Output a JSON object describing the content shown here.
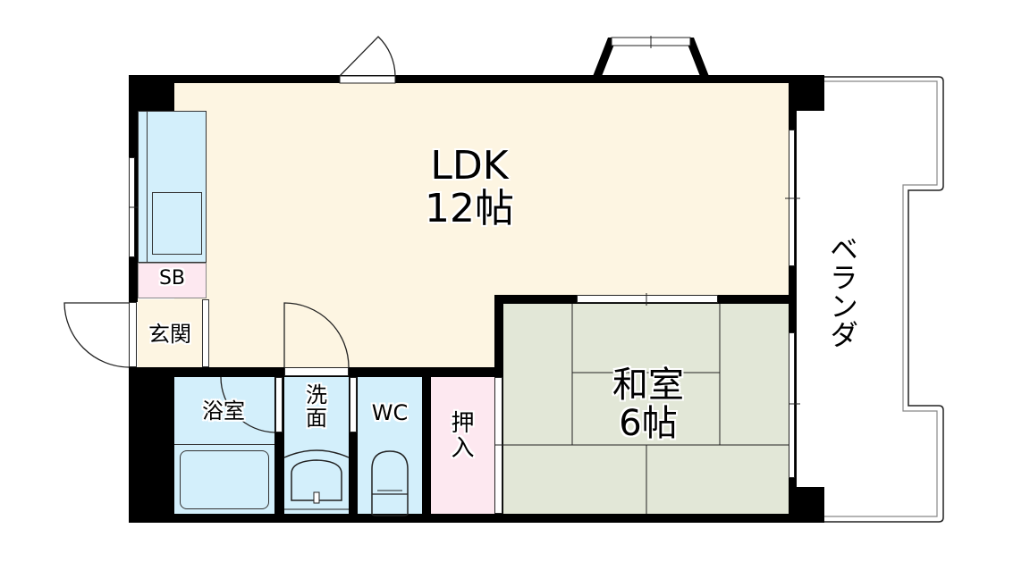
{
  "floorplan": {
    "rooms": {
      "ldk": {
        "name": "LDK",
        "size": "12帖"
      },
      "washitsu": {
        "name": "和室",
        "size": "6帖"
      },
      "veranda": {
        "name": "ベランダ"
      },
      "genkan": {
        "name": "玄関"
      },
      "shoe_box": {
        "name": "SB"
      },
      "bath": {
        "name": "浴室"
      },
      "washroom": {
        "name": "洗\n面",
        "line1": "洗",
        "line2": "面"
      },
      "wc": {
        "name": "WC"
      },
      "closet": {
        "name": "押入",
        "line1": "押",
        "line2": "入"
      }
    },
    "colors": {
      "ldk": "#fdf5e2",
      "wet_area": "#d3effb",
      "storage": "#fde8f0",
      "tatami": "#e2e7d7",
      "wall": "#000000"
    }
  }
}
